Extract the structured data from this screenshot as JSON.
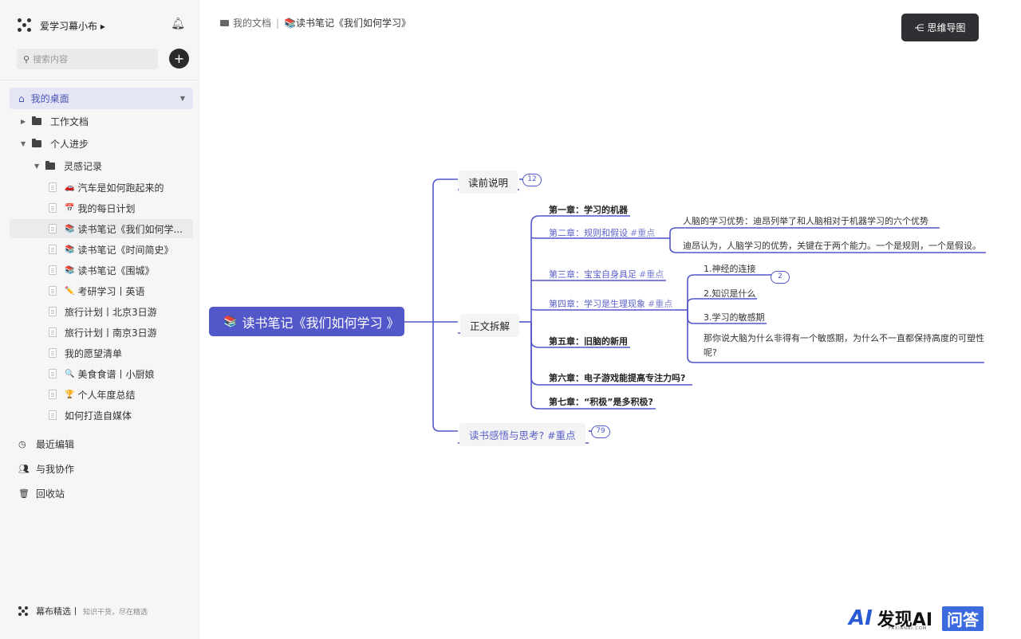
{
  "sidebar": {
    "workspace": "爱学习幕小布 ▸",
    "search_placeholder": "搜索内容",
    "add_label": "+",
    "desk": "我的桌面",
    "tree": [
      {
        "label": "工作文档"
      },
      {
        "label": "个人进步"
      },
      {
        "label": "灵感记录"
      },
      {
        "emoji": "🚗",
        "label": "汽车是如何跑起来的"
      },
      {
        "emoji": "📅",
        "label": "我的每日计划"
      },
      {
        "emoji": "📚",
        "label": "读书笔记《我们如何学..."
      },
      {
        "emoji": "📚",
        "label": "读书笔记《时间简史》"
      },
      {
        "emoji": "📚",
        "label": "读书笔记《围城》"
      },
      {
        "emoji": "✏️",
        "label": "考研学习丨英语"
      },
      {
        "label": "旅行计划丨北京3日游"
      },
      {
        "label": "旅行计划丨南京3日游"
      },
      {
        "label": "我的愿望清单"
      },
      {
        "emoji": "🔍",
        "label": "美食食谱丨小厨娘"
      },
      {
        "emoji": "🏆",
        "label": "个人年度总结"
      },
      {
        "label": "如何打造自媒体"
      }
    ],
    "sections": [
      "最近编辑",
      "与我协作",
      "回收站"
    ],
    "footer": {
      "title": "幕布精选丨",
      "sub": "知识干货，尽在精选"
    }
  },
  "breadcrumb": {
    "root": "我的文档",
    "current": "📚读书笔记《我们如何学习》"
  },
  "mindmap_button": "思维导图",
  "mindmap": {
    "root": "读书笔记《我们如何学习 》",
    "root_emoji": "📚",
    "branches": {
      "pre": {
        "label": "读前说明",
        "count": "12"
      },
      "main": {
        "label": "正文拆解"
      },
      "reflect": {
        "label": "读书感悟与思考?  #重点",
        "count": "79"
      }
    },
    "chapters": [
      {
        "label": "第一章：学习的机器",
        "tag": ""
      },
      {
        "label": "第二章：规则和假设",
        "tag": "#重点"
      },
      {
        "label": "第三章：宝宝自身具足",
        "tag": "#重点"
      },
      {
        "label": "第四章：学习是生理现象",
        "tag": "#重点"
      },
      {
        "label": "第五章：旧脑的新用",
        "tag": ""
      },
      {
        "label": "第六章：电子游戏能提高专注力吗?",
        "tag": ""
      },
      {
        "label": "第七章：“积极”是多积极?",
        "tag": ""
      }
    ],
    "ch2_notes": [
      "人脑的学习优势：迪昂列举了和人脑相对于机器学习的六个优势",
      "迪昂认为，人脑学习的优势，关键在于两个能力。一个是规则，一个是假设。"
    ],
    "ch4_items": [
      "1.神经的连接",
      "2.知识是什么",
      "3.学习的敏感期"
    ],
    "ch4_item1_count": "2",
    "ch4_question": "那你说大脑为什么非得有一个敏感期，为什么不一直都保持高度的可塑性呢?"
  },
  "watermark": {
    "ai": "AI",
    "text": "发现AI",
    "box": "问答",
    "sub": "FAXIANAI.COM"
  },
  "colors": {
    "accent": "#5257c9",
    "sidebar_bg": "#f6f6f7",
    "button_dark": "#2f3033"
  }
}
